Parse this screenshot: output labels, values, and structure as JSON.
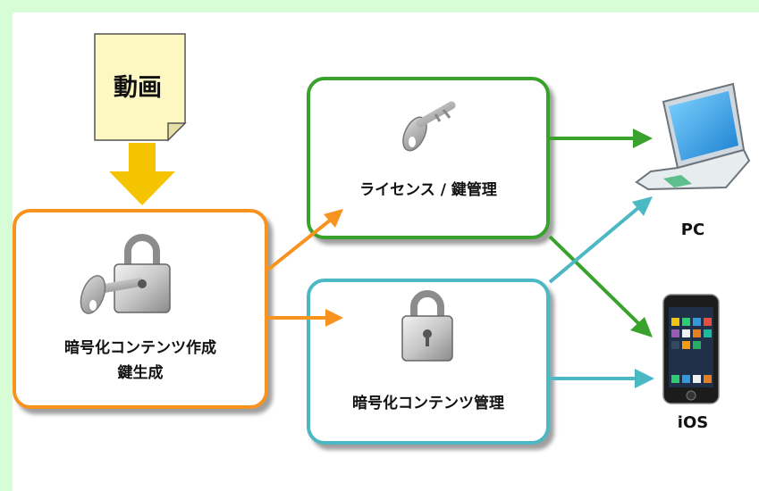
{
  "video_doc": {
    "label": "動画"
  },
  "encrypt_box": {
    "label": "暗号化コンテンツ作成\n鍵生成"
  },
  "license_box": {
    "label": "ライセンス / 鍵管理"
  },
  "content_box": {
    "label": "暗号化コンテンツ管理"
  },
  "devices": {
    "pc_label": "PC",
    "ios_label": "iOS"
  },
  "colors": {
    "background": "#d7fdd7",
    "orange": "#f7931e",
    "green": "#39a22c",
    "teal": "#4cb8c4",
    "yellow": "#f5c400",
    "doc_fill": "#fdf8c2"
  }
}
